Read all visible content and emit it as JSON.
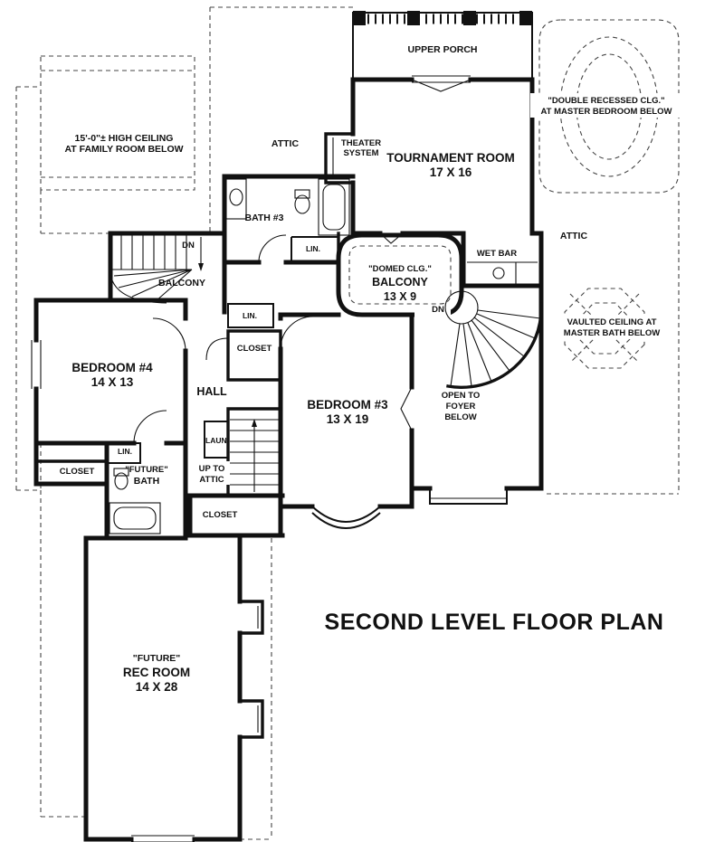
{
  "title": "SECOND LEVEL FLOOR PLAN",
  "rooms": {
    "upper_porch": {
      "name": "UPPER PORCH"
    },
    "tournament_room": {
      "name": "TOURNAMENT ROOM",
      "dims": "17 X 16"
    },
    "theater_system": {
      "line1": "THEATER",
      "line2": "SYSTEM"
    },
    "bath_3": {
      "name": "BATH #3"
    },
    "wet_bar": {
      "name": "WET BAR"
    },
    "balcony": {
      "ceiling": "\"DOMED CLG.\"",
      "name": "BALCONY",
      "dims": "13 X 9"
    },
    "bedroom_4": {
      "name": "BEDROOM #4",
      "dims": "14 X 13"
    },
    "bedroom_3": {
      "name": "BEDROOM #3",
      "dims": "13 X 19"
    },
    "hall": {
      "name": "HALL"
    },
    "future_bath": {
      "line1": "\"FUTURE\"",
      "line2": "BATH"
    },
    "laundry": {
      "name": "LAUN."
    },
    "rec_room": {
      "line1": "\"FUTURE\"",
      "line2": "REC ROOM",
      "dims": "14 X 28"
    }
  },
  "closets": {
    "lin_bath": "LIN.",
    "lin_hall": "LIN.",
    "lin_lower": "LIN.",
    "closet_hall": "CLOSET",
    "closet_lower_left": "CLOSET",
    "closet_rec": "CLOSET"
  },
  "stairs": {
    "dn_main": "DN",
    "dn_spiral": "DN",
    "stairs_balcony": "BALCONY",
    "up_attic_line1": "UP TO",
    "up_attic_line2": "ATTIC"
  },
  "annotations": {
    "family_ceiling_line1": "15'-0\"± HIGH CEILING",
    "family_ceiling_line2": "AT FAMILY ROOM BELOW",
    "master_bedroom_ceiling_line1": "\"DOUBLE RECESSED CLG.\"",
    "master_bedroom_ceiling_line2": "AT MASTER BEDROOM BELOW",
    "master_bath_ceiling_line1": "VAULTED CEILING AT",
    "master_bath_ceiling_line2": "MASTER BATH BELOW",
    "open_foyer_line1": "OPEN TO",
    "open_foyer_line2": "FOYER",
    "open_foyer_line3": "BELOW",
    "attic_left": "ATTIC",
    "attic_right": "ATTIC"
  },
  "colors": {
    "wall": "#111111",
    "dashed": "#444444",
    "background": "#ffffff"
  }
}
